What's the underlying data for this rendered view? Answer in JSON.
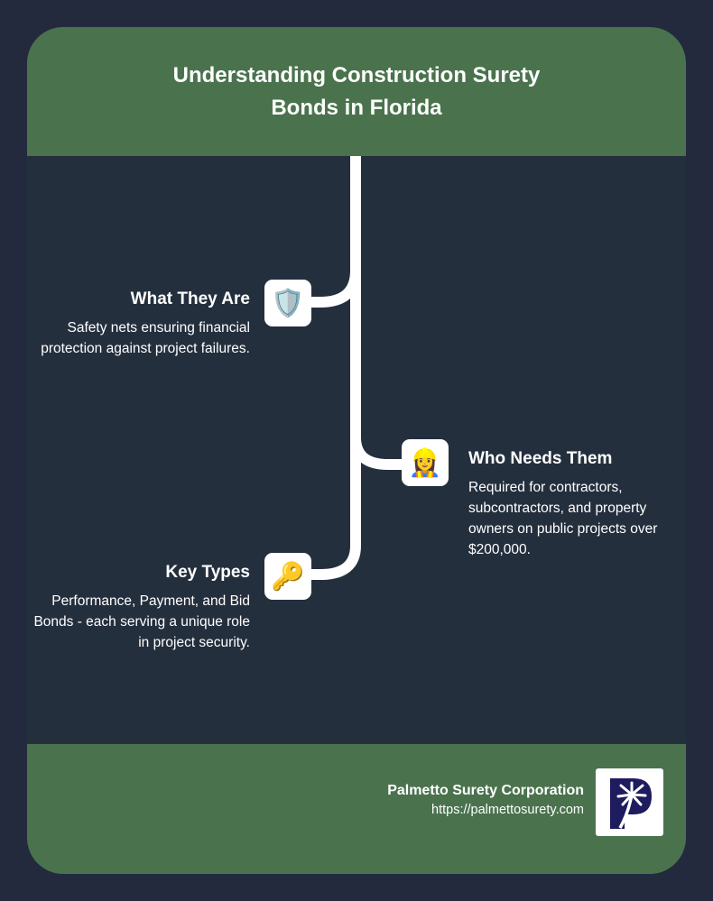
{
  "title": "Understanding Construction Surety Bonds in Florida",
  "items": [
    {
      "heading": "What They Are",
      "text": "Safety nets ensuring financial protection against project failures.",
      "icon": "shield-icon",
      "emoji": "🛡️"
    },
    {
      "heading": "Who Needs Them",
      "text": "Required for contractors, subcontractors, and property owners on public projects over $200,000.",
      "icon": "construction-worker-icon",
      "emoji": "👷‍♀️"
    },
    {
      "heading": "Key Types",
      "text": "Performance, Payment, and Bid Bonds - each serving a unique role in project security.",
      "icon": "key-icon",
      "emoji": "🔑"
    }
  ],
  "footer": {
    "company": "Palmetto Surety Corporation",
    "url": "https://palmettosurety.com",
    "logo_text": "P"
  },
  "colors": {
    "green": "#4a734d",
    "background": "#232a3d",
    "panel": "#242f3e",
    "logo": "#1e1b5e"
  }
}
